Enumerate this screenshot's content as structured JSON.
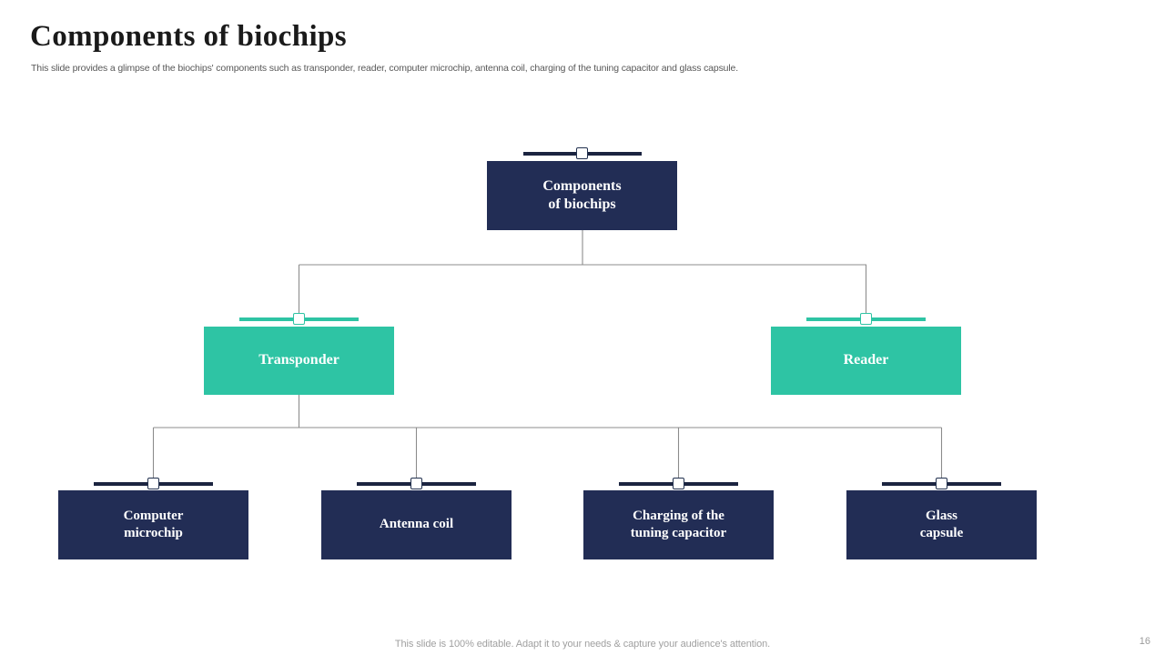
{
  "header": {
    "title": "Components of biochips",
    "subtitle": "This slide provides a glimpse of the biochips' components such as transponder, reader, computer microchip, antenna coil, charging of the tuning capacitor and glass capsule."
  },
  "colors": {
    "navy": "#222d55",
    "navy_accent": "#1b2440",
    "teal": "#2ec4a4",
    "connector_line": "#8c8c8c",
    "text_on_node": "#ffffff",
    "title": "#1a1a1a",
    "subtitle": "#585858",
    "footer": "#a0a0a0"
  },
  "chart_data": {
    "type": "diagram",
    "layout": "org-chart-tree",
    "title": "Components of biochips",
    "levels": 3,
    "nodes": [
      {
        "id": "root",
        "label": "Components\nof biochips",
        "level": 1,
        "color": "#222d55",
        "parent": null
      },
      {
        "id": "transponder",
        "label": "Transponder",
        "level": 2,
        "color": "#2ec4a4",
        "parent": "root"
      },
      {
        "id": "reader",
        "label": "Reader",
        "level": 2,
        "color": "#2ec4a4",
        "parent": "root"
      },
      {
        "id": "microchip",
        "label": "Computer\nmicrochip",
        "level": 3,
        "color": "#222d55",
        "parent": "transponder"
      },
      {
        "id": "antenna",
        "label": "Antenna coil",
        "level": 3,
        "color": "#222d55",
        "parent": "transponder"
      },
      {
        "id": "capacitor",
        "label": "Charging of the\ntuning capacitor",
        "level": 3,
        "color": "#222d55",
        "parent": "transponder"
      },
      {
        "id": "capsule",
        "label": "Glass\ncapsule",
        "level": 3,
        "color": "#222d55",
        "parent": "transponder"
      }
    ],
    "edges": [
      {
        "from": "root",
        "to": "transponder"
      },
      {
        "from": "root",
        "to": "reader"
      },
      {
        "from": "transponder",
        "to": "microchip"
      },
      {
        "from": "transponder",
        "to": "antenna"
      },
      {
        "from": "transponder",
        "to": "capacitor"
      },
      {
        "from": "transponder",
        "to": "capsule"
      }
    ]
  },
  "nodes": {
    "root": {
      "line1": "Components",
      "line2": "of biochips"
    },
    "transponder": {
      "line1": "Transponder",
      "line2": ""
    },
    "reader": {
      "line1": "Reader",
      "line2": ""
    },
    "microchip": {
      "line1": "Computer",
      "line2": "microchip"
    },
    "antenna": {
      "line1": "Antenna coil",
      "line2": ""
    },
    "capacitor": {
      "line1": "Charging of the",
      "line2": "tuning capacitor"
    },
    "capsule": {
      "line1": "Glass",
      "line2": "capsule"
    }
  },
  "footer": {
    "note": "This slide is 100% editable. Adapt it to your needs & capture your audience's attention.",
    "page_number": "16"
  }
}
